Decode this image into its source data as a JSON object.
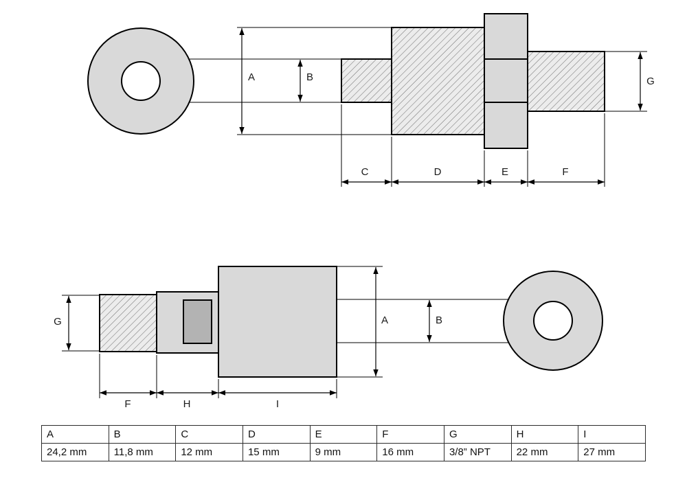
{
  "labels": {
    "A": "A",
    "B": "B",
    "C": "C",
    "D": "D",
    "E": "E",
    "F": "F",
    "G": "G",
    "H": "H",
    "I": "I"
  },
  "table": {
    "headers": [
      "A",
      "B",
      "C",
      "D",
      "E",
      "F",
      "G",
      "H",
      "I"
    ],
    "values": [
      "24,2 mm",
      "11,8 mm",
      "12 mm",
      "15 mm",
      "9 mm",
      "16 mm",
      "3/8” NPT",
      "22 mm",
      "27 mm"
    ]
  },
  "colors": {
    "part_fill": "#d9d9d9",
    "hatch_background": "#ececec",
    "hatch_line": "#777777",
    "port_fill": "#b3b3b3",
    "stroke": "#000000",
    "background": "#ffffff"
  }
}
